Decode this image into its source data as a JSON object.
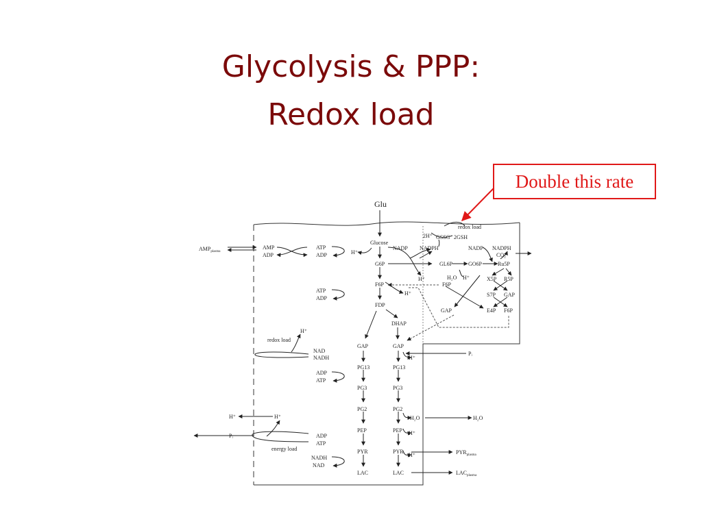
{
  "title": {
    "line1": "Glycolysis & PPP:",
    "line2": "Redox load"
  },
  "callout": {
    "text": "Double this rate",
    "color": "#e01818"
  },
  "colors": {
    "title": "#7b0a0a",
    "diagram_ink": "#222222"
  },
  "diagram": {
    "glu": "Glu",
    "glucose": "Glucose",
    "amp_plasma_main": "AMP",
    "amp_plasma_sub": "plasma",
    "amp": "AMP",
    "adp": "ADP",
    "atp": "ATP",
    "nad": "NAD",
    "nadh": "NADH",
    "nadp": "NADP",
    "nadph": "NADPH",
    "h_plus": "H⁺",
    "two_h_plus": "2H⁺",
    "gssg": "GSSG",
    "gsh2": "2GSH",
    "redox_load": "redox load",
    "energy_load": "energy load",
    "g6p": "G6P",
    "f6p": "F6P",
    "fdp": "FDP",
    "dhap": "DHAP",
    "gap": "GAP",
    "gl6p": "GL6P",
    "go6p": "GO6P",
    "ru5p": "Ru5P",
    "x5p": "X5P",
    "r5p": "R5P",
    "s7p": "S7P",
    "e4p": "E4P",
    "co2": "CO₂",
    "h2o": "H₂O",
    "pg13": "PG13",
    "pg3": "PG3",
    "pg2": "PG2",
    "pep": "PEP",
    "pyr": "PYR",
    "lac": "LAC",
    "pi": "Pᵢ",
    "pyr_plasma_main": "PYR",
    "pyr_plasma_sub": "plasma",
    "lac_plasma_main": "LAC",
    "lac_plasma_sub": "plasma"
  }
}
